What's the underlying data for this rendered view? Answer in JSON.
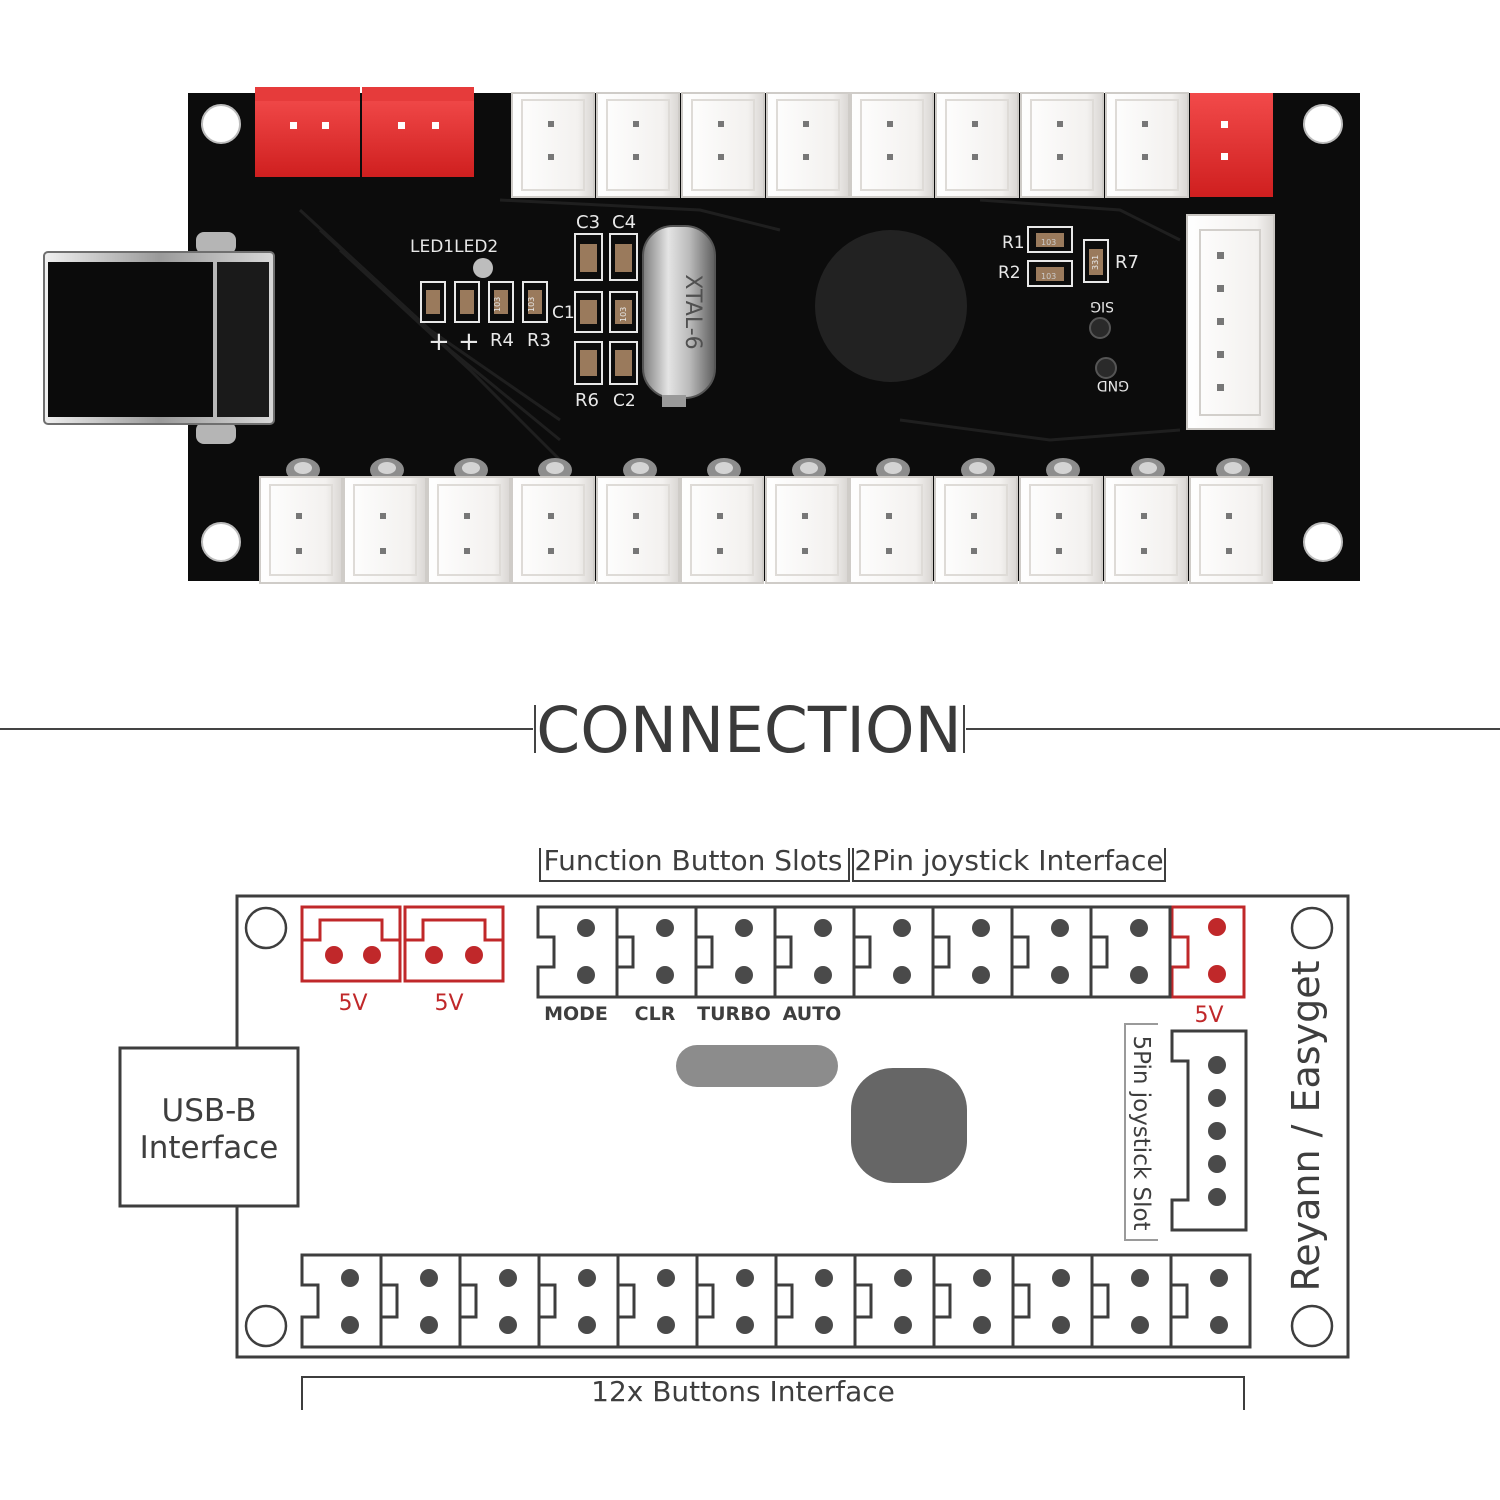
{
  "photo": {
    "silkscreen": {
      "led_label": "LED1LED2",
      "plus_1": "+",
      "plus_2": "+",
      "r4": "R4",
      "r3": "R3",
      "c3": "C3",
      "c4": "C4",
      "c1": "C1",
      "r6": "R6",
      "c2": "C2",
      "crystal": "XTAL-6",
      "r1": "R1",
      "r2": "R2",
      "r7": "R7",
      "sig": "SIG",
      "gnd": "GND",
      "res_code_1": "103",
      "res_code_2": "103",
      "res_code_3": "103",
      "res_code_4": "331",
      "res_code_5": "103",
      "res_code_6": "103"
    }
  },
  "section_title": "CONNECTION",
  "diagram": {
    "function_slots_label": "Function Button Slots",
    "joystick_2pin_label": "2Pin joystick Interface",
    "power_labels": [
      "5V",
      "5V",
      "5V"
    ],
    "function_labels": [
      "MODE",
      "CLR",
      "TURBO",
      "AUTO"
    ],
    "usb_label_line1": "USB-B",
    "usb_label_line2": "Interface",
    "joystick_5pin_label": "5Pin joystick Slot",
    "brand": "Reyann / Easyget",
    "buttons_label": "12x Buttons Interface"
  },
  "colors": {
    "board": "#0c0c0c",
    "red_connector": "#e83232",
    "white_connector": "#f6f4f2",
    "diagram_line": "#3e3e3e",
    "diagram_red": "#c0282a",
    "dot": "#4a4a4a",
    "chip_blob": "#666666",
    "pill": "#8c8c8c"
  }
}
